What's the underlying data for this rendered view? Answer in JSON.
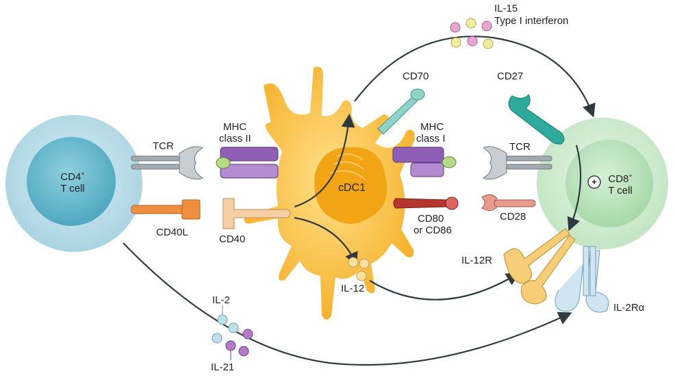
{
  "cells": {
    "cd4": {
      "label": "CD4",
      "sup": "+",
      "sub_label": "T cell"
    },
    "cd8": {
      "label": "CD8",
      "sup": "+",
      "sub_label": "T cell"
    },
    "cdc1": {
      "label": "cDC1"
    }
  },
  "receptors": {
    "tcr_left": "TCR",
    "mhc2_line1": "MHC",
    "mhc2_line2": "class II",
    "cd40l": "CD40L",
    "cd40": "CD40",
    "cd70": "CD70",
    "cd27": "CD27",
    "mhc1_line1": "MHC",
    "mhc1_line2": "class I",
    "tcr_right": "TCR",
    "cd80_line1": "CD80",
    "cd80_line2": "or CD86",
    "cd28": "CD28",
    "il12r": "IL-12R",
    "il2ra": "IL-2Rα"
  },
  "cytokines": {
    "il15_line1": "IL-15",
    "il15_line2": "Type I interferon",
    "il12": "IL-12",
    "il2": "IL-2",
    "il21": "IL-21"
  },
  "symbols": {
    "plus": "+"
  },
  "colors": {
    "cd4_outer": "#bfe0ea",
    "cd4_inner": "#6fbcd0",
    "cd8_outer": "#d6eed6",
    "cd8_inner": "#b9e2bb",
    "dc_body": "#f7c142",
    "dc_nucleus": "#f0a51a",
    "mhc2": "#8f5fb5",
    "tcr": "#9aa2a8",
    "cd40l": "#ef8f3d",
    "cd40": "#f6cfa4",
    "cd70": "#8fd3c8",
    "cd27": "#2eaa9c",
    "cd80": "#b5362e",
    "cd28": "#e89a8c",
    "il12r": "#f7cd77",
    "il2ra": "#cfe6f2",
    "arrow": "#2f3a40"
  }
}
